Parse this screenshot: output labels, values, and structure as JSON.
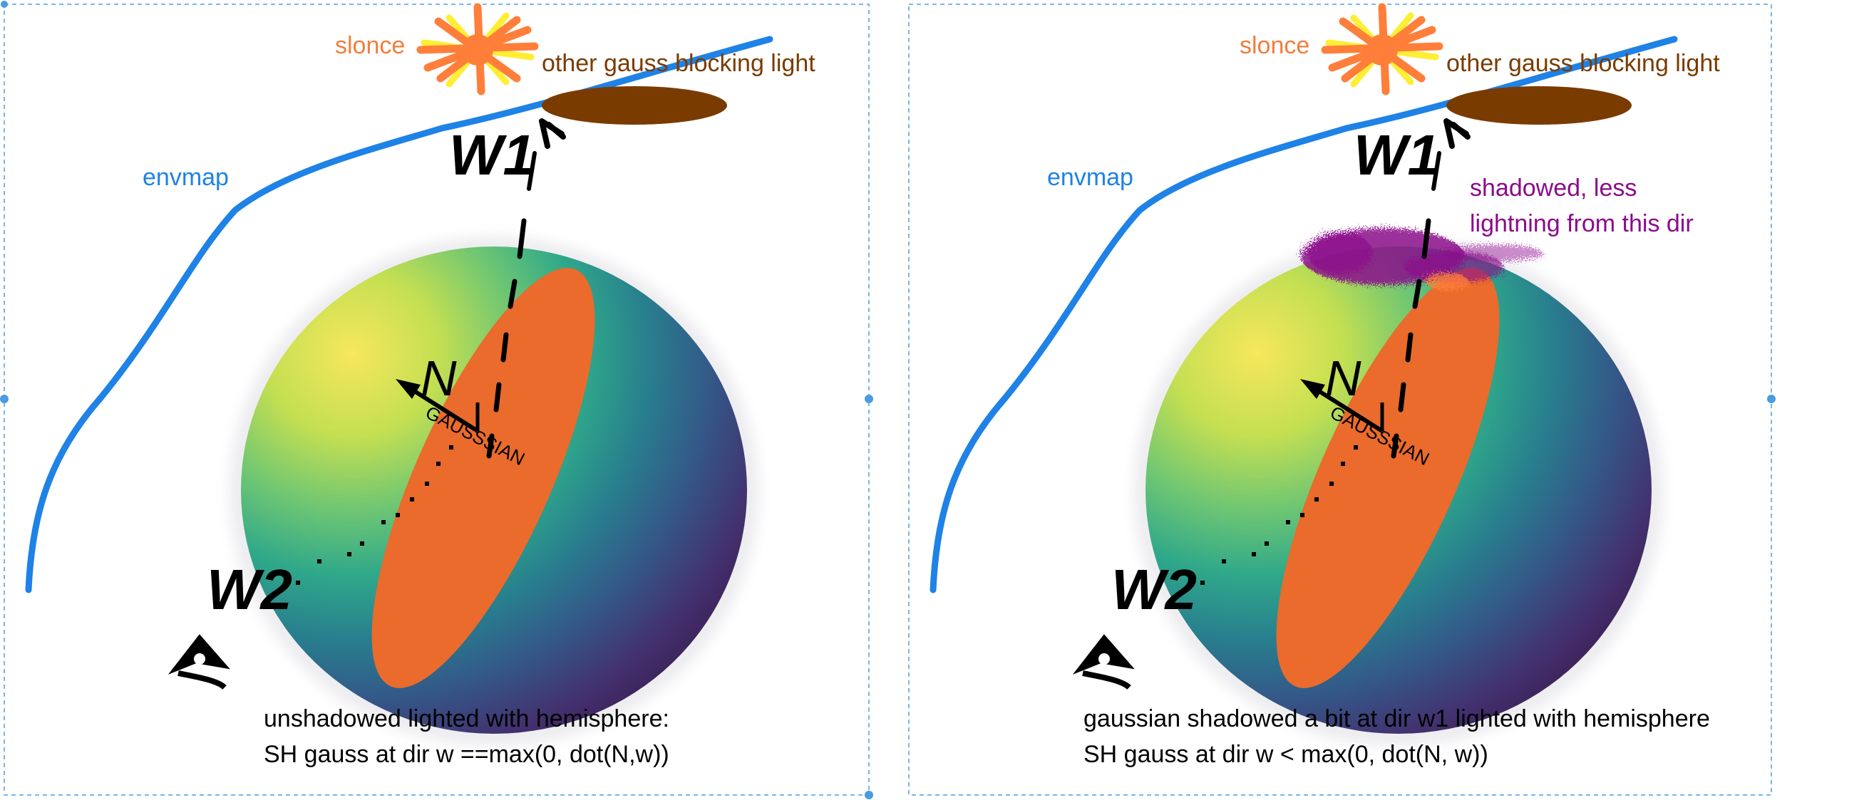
{
  "panels": [
    {
      "sun_label": "slonce",
      "blocker_label": "other gauss blocking light",
      "envmap_label": "envmap",
      "normal_label": "N",
      "gaussian_label": "GAUSSSIAN",
      "w1_label": "W1",
      "w2_label": "W2",
      "caption_line1": "unshadowed lighted with hemisphere:",
      "caption_line2": "SH gauss at dir w ==max(0, dot(N,w))",
      "shadow_note_line1": "",
      "shadow_note_line2": ""
    },
    {
      "sun_label": "slonce",
      "blocker_label": "other gauss blocking light",
      "envmap_label": "envmap",
      "normal_label": "N",
      "gaussian_label": "GAUSSSIAN",
      "w1_label": "W1",
      "w2_label": "W2",
      "caption_line1": "gaussian shadowed a bit at dir w1 lighted with hemisphere",
      "caption_line2": "SH gauss at dir w < max(0, dot(N, w))",
      "shadow_note_line1": "shadowed, less",
      "shadow_note_line2": "lightning from this dir"
    }
  ],
  "colors": {
    "sun": "#ff7f3a",
    "sun_glow": "#ffee33",
    "blocker": "#7a3b00",
    "envmap": "#1e82e6",
    "gaussian": "#ea6b2c",
    "shadow": "#8b0a8b",
    "sphere_bright": "#f2e55a",
    "sphere_mid": "#2a9a8a",
    "sphere_dark": "#3f1f55",
    "selection": "#7ab7e8"
  }
}
